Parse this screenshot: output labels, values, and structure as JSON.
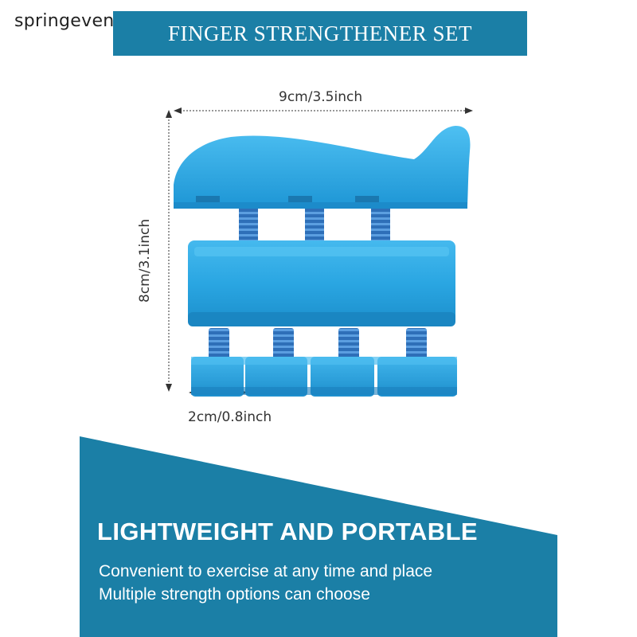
{
  "watermark": "springeven",
  "title": "FINGER STRENGTHENER SET",
  "dimensions": {
    "width_label": "9cm/3.5inch",
    "height_label": "8cm/3.1inch",
    "key_label": "2cm/0.8inch"
  },
  "feature": {
    "headline": "LIGHTWEIGHT AND PORTABLE",
    "lines": [
      "Convenient to exercise at any time and place",
      "Multiple strength options can choose"
    ]
  },
  "colors": {
    "banner": "#1b7fa6",
    "product": "#27a3e0",
    "spring": "#3b7ec8"
  }
}
